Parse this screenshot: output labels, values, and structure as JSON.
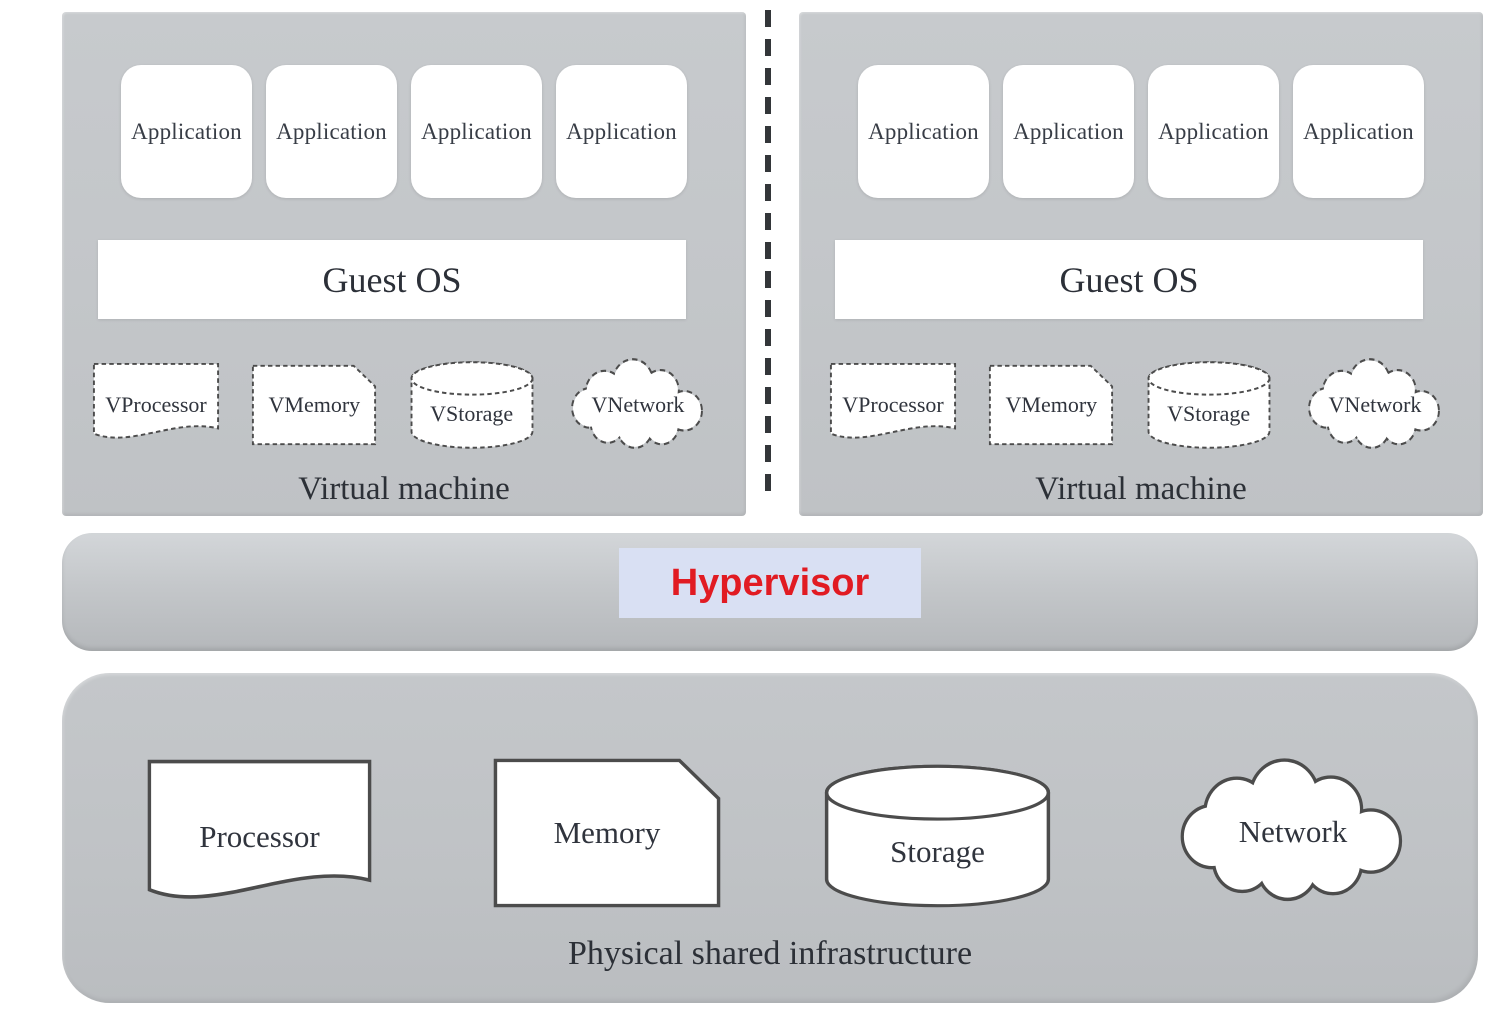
{
  "vms": [
    {
      "applications": [
        "Application",
        "Application",
        "Application",
        "Application"
      ],
      "guest_os_label": "Guest OS",
      "resources": [
        {
          "label": "VProcessor",
          "shape": "document"
        },
        {
          "label": "VMemory",
          "shape": "note"
        },
        {
          "label": "VStorage",
          "shape": "cylinder"
        },
        {
          "label": "VNetwork",
          "shape": "cloud"
        }
      ],
      "caption": "Virtual machine"
    },
    {
      "applications": [
        "Application",
        "Application",
        "Application",
        "Application"
      ],
      "guest_os_label": "Guest OS",
      "resources": [
        {
          "label": "VProcessor",
          "shape": "document"
        },
        {
          "label": "VMemory",
          "shape": "note"
        },
        {
          "label": "VStorage",
          "shape": "cylinder"
        },
        {
          "label": "VNetwork",
          "shape": "cloud"
        }
      ],
      "caption": "Virtual machine"
    }
  ],
  "hypervisor": {
    "label": "Hypervisor"
  },
  "physical_infrastructure": {
    "resources": [
      {
        "label": "Processor",
        "shape": "document"
      },
      {
        "label": "Memory",
        "shape": "note"
      },
      {
        "label": "Storage",
        "shape": "cylinder"
      },
      {
        "label": "Network",
        "shape": "cloud"
      }
    ],
    "caption": "Physical shared infrastructure"
  },
  "colors": {
    "vm_panel_bg": "#c3c6c9",
    "hypervisor_bar_bg": "#c4c7ca",
    "hypervisor_label_bg": "#d9e0f3",
    "hypervisor_text": "#e11b22",
    "infrastructure_bg": "#bfc2c5",
    "shape_fill": "#ffffff",
    "shape_stroke": "#4c4c4c",
    "label_text": "#2c3037"
  }
}
